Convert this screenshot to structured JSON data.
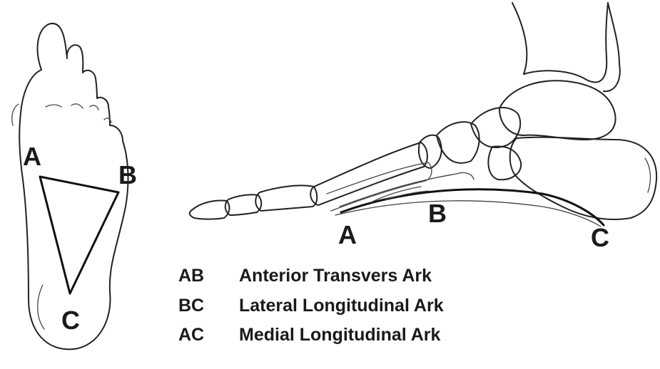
{
  "sole_points": {
    "a": "A",
    "b": "B",
    "c": "C"
  },
  "side_points": {
    "a": "A",
    "b": "B",
    "c": "C"
  },
  "legend": [
    {
      "code": "AB",
      "text": "Anterior Transvers Ark"
    },
    {
      "code": "BC",
      "text": "Lateral Longitudinal Ark"
    },
    {
      "code": "AC",
      "text": "Medial Longitudinal Ark"
    }
  ]
}
